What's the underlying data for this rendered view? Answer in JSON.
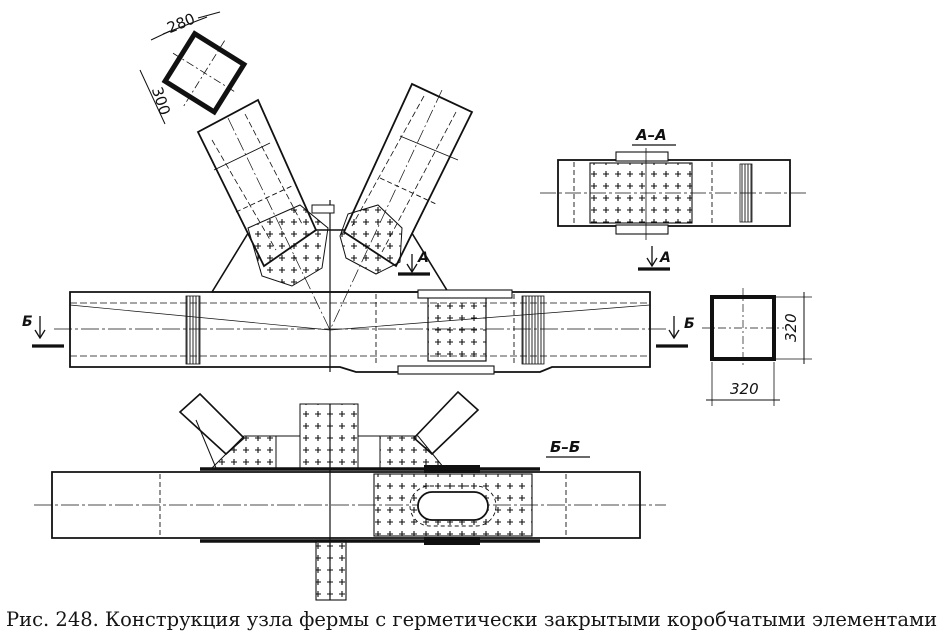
{
  "dimensions": {
    "brace_width": "280",
    "brace_height": "300",
    "chord_width": "320",
    "chord_height": "320"
  },
  "section_labels": {
    "a_title": "А–А",
    "a_left": "А",
    "a_right": "А",
    "b_title": "Б–Б",
    "b_left": "Б",
    "b_right": "Б"
  },
  "caption": "Рис. 248. Конструкция узла фермы с герметически закрытыми коробчатыми элементами",
  "colors": {
    "ink": "#111111",
    "paper": "#ffffff"
  }
}
